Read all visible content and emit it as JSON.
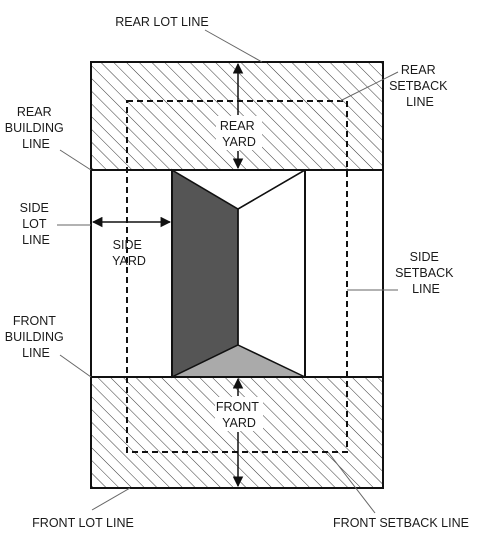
{
  "labels": {
    "rear_lot_line": "REAR LOT LINE",
    "rear_setback_line": [
      "REAR",
      "SETBACK",
      "LINE"
    ],
    "rear_building_line": [
      "REAR",
      "BUILDING",
      "LINE"
    ],
    "rear_yard": [
      "REAR",
      "YARD"
    ],
    "side_lot_line": [
      "SIDE",
      "LOT",
      "LINE"
    ],
    "side_yard": [
      "SIDE",
      "YARD"
    ],
    "side_setback_line": [
      "SIDE",
      "SETBACK",
      "LINE"
    ],
    "front_building_line": [
      "FRONT",
      "BUILDING",
      "LINE"
    ],
    "front_yard": [
      "FRONT",
      "YARD"
    ],
    "front_lot_line": "FRONT LOT LINE",
    "front_setback_line": "FRONT SETBACK LINE"
  },
  "colors": {
    "line": "#111111",
    "hatch": "#222222",
    "building_dark_face": "#555555",
    "building_light_face": "#aaaaaa",
    "background": "#ffffff"
  }
}
